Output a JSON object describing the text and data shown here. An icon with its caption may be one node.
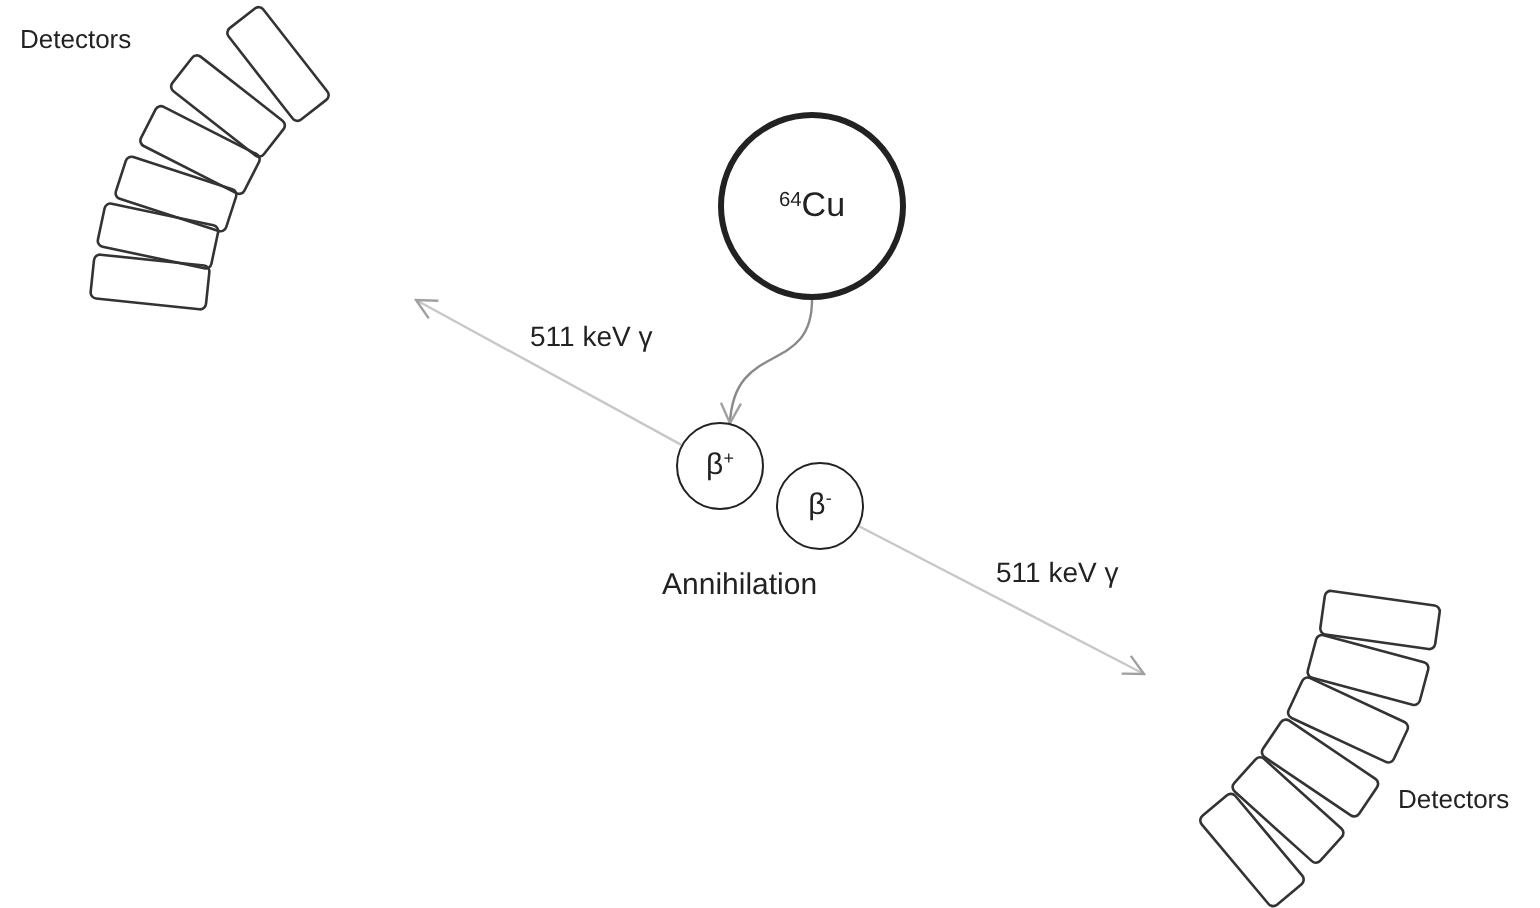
{
  "diagram": {
    "nodes": [
      {
        "text": [
          "$^{64}$Cu"
        ]
      },
      {
        "text": [
          "β$^{+}$"
        ]
      },
      {
        "text": [
          "β$^{-}$"
        ]
      }
    ],
    "edges": [
      {
        "from": 0,
        "to": 1,
        "arrow": "to"
      },
      {
        "from": 1,
        "to": null,
        "arrow": "to",
        "label": "511 keV γ"
      },
      {
        "from": 2,
        "to": null,
        "arrow": "to",
        "label": "511 keV γ"
      }
    ],
    "labels": [
      "Detectors",
      "Annihilation",
      "Detectors"
    ]
  }
}
